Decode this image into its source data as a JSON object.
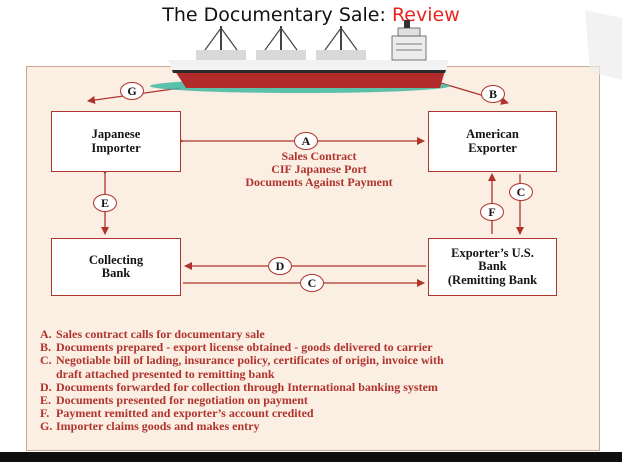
{
  "title": {
    "main": "The Documentary Sale: ",
    "accent": "Review"
  },
  "colors": {
    "accent": "#e8251f",
    "line": "#b0342e",
    "panel": "#fbeee2"
  },
  "ship": {
    "icon": "cargo-ship-icon"
  },
  "nodes": {
    "importer": "Japanese\nImporter",
    "exporter": "American\nExporter",
    "collecting_bank": "Collecting\nBank",
    "remitting_bank": "Exporter’s U.S.\nBank\n(Remitting Bank"
  },
  "contract": {
    "line1": "Sales Contract",
    "line2": "CIF Japanese Port",
    "line3": "Documents Against Payment"
  },
  "badges": {
    "a": "A",
    "b": "B",
    "c": "C",
    "d": "D",
    "e": "E",
    "f": "F",
    "g": "G"
  },
  "legend": [
    {
      "letter": "A.",
      "text": "Sales contract calls for documentary sale"
    },
    {
      "letter": "B.",
      "text": "Documents prepared - export license obtained - goods delivered to carrier"
    },
    {
      "letter": "C.",
      "text": "Negotiable bill of lading, insurance policy, certificates of origin, invoice with\ndraft attached presented to remitting bank"
    },
    {
      "letter": "D.",
      "text": "Documents forwarded for collection through International banking system"
    },
    {
      "letter": "E.",
      "text": "Documents presented for negotiation on payment"
    },
    {
      "letter": "F.",
      "text": "Payment remitted and exporter’s account credited"
    },
    {
      "letter": "G.",
      "text": "Importer claims goods and makes entry"
    }
  ]
}
